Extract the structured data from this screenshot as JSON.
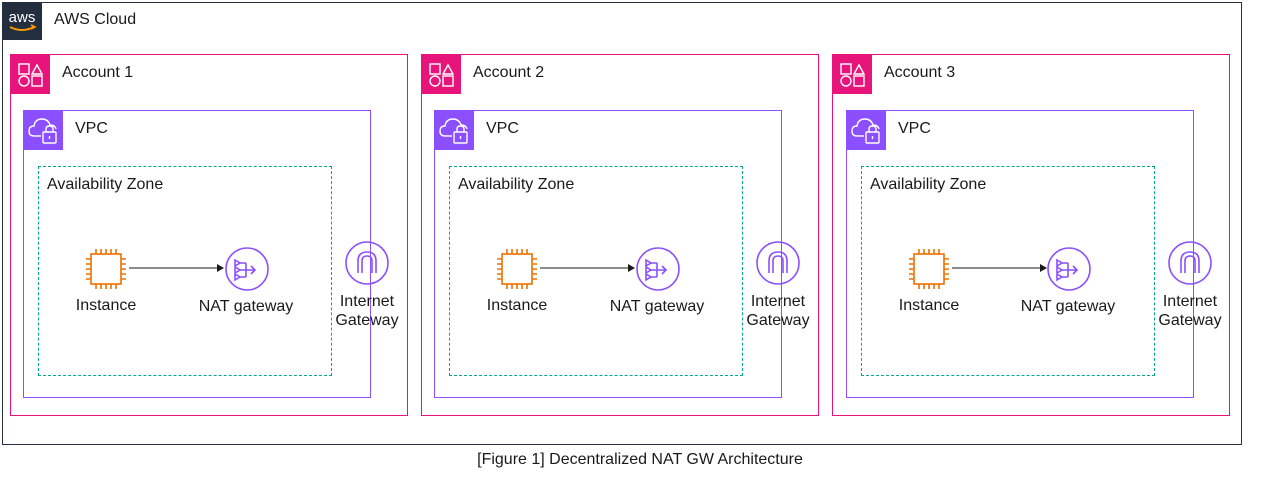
{
  "cloud": {
    "label": "AWS Cloud",
    "logo_text": "aws"
  },
  "colors": {
    "account": "#e7157b",
    "vpc": "#8c4fff",
    "az": "#01a88d",
    "compute": "#ed7100",
    "network": "#8c4fff",
    "dark": "#232f3e"
  },
  "accounts": [
    {
      "label": "Account 1",
      "vpc_label": "VPC",
      "az_label": "Availability Zone",
      "instance_label": "Instance",
      "nat_label": "NAT gateway",
      "igw_label_line1": "Internet",
      "igw_label_line2": "Gateway"
    },
    {
      "label": "Account 2",
      "vpc_label": "VPC",
      "az_label": "Availability Zone",
      "instance_label": "Instance",
      "nat_label": "NAT gateway",
      "igw_label_line1": "Internet",
      "igw_label_line2": "Gateway"
    },
    {
      "label": "Account 3",
      "vpc_label": "VPC",
      "az_label": "Availability Zone",
      "instance_label": "Instance",
      "nat_label": "NAT gateway",
      "igw_label_line1": "Internet",
      "igw_label_line2": "Gateway"
    }
  ],
  "caption": "[Figure 1] Decentralized NAT GW Architecture"
}
